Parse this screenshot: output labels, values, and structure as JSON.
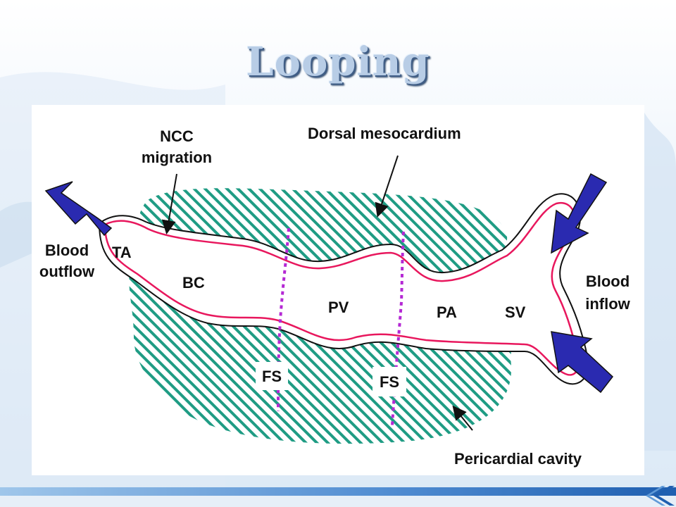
{
  "slide": {
    "title": "Looping"
  },
  "diagram": {
    "labels": {
      "ncc_migration_line1": "NCC",
      "ncc_migration_line2": "migration",
      "dorsal_mesocardium": "Dorsal mesocardium",
      "blood_outflow_line1": "Blood",
      "blood_outflow_line2": "outflow",
      "blood_inflow_line1": "Blood",
      "blood_inflow_line2": "inflow",
      "ta": "TA",
      "bc": "BC",
      "pv": "PV",
      "pa": "PA",
      "sv": "SV",
      "fs_left": "FS",
      "fs_right": "FS",
      "pericardial_cavity": "Pericardial cavity"
    },
    "colors": {
      "hatch": "#1f9c84",
      "tube_outline": "#e8175d",
      "arrow_fill": "#2a2ab0",
      "fold_line": "#b428d4",
      "title_fill": "#b8cde6",
      "title_shadow": "#3f5d86"
    }
  }
}
